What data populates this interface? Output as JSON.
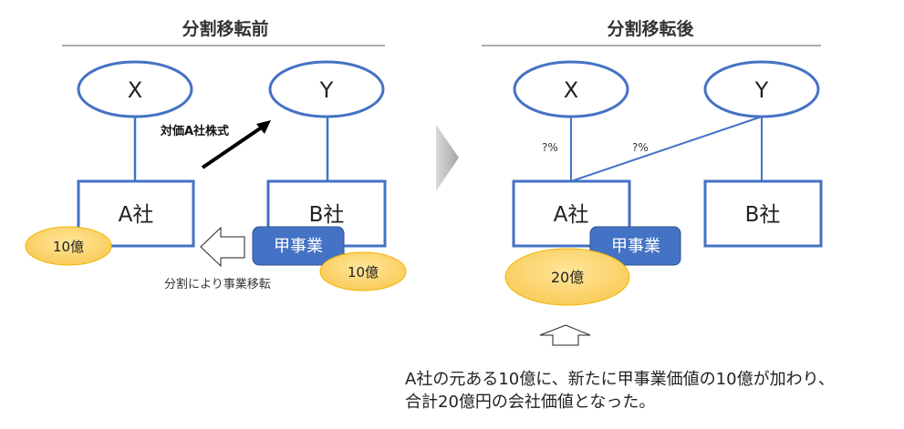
{
  "before": {
    "title": "分割移転前",
    "shareholder_x": "X",
    "shareholder_y": "Y",
    "company_a": "A社",
    "company_b": "B社",
    "a_value": "10億",
    "business": "甲事業",
    "business_value": "10億",
    "consideration_label": "対価A社株式",
    "transfer_label": "分割により事業移転"
  },
  "after": {
    "title": "分割移転後",
    "shareholder_x": "X",
    "shareholder_y": "Y",
    "company_a": "A社",
    "company_b": "B社",
    "x_share": "?%",
    "y_share": "?%",
    "business": "甲事業",
    "a_value": "20億"
  },
  "explanation": {
    "line1": "A社の元ある10億に、新たに甲事業価値の10億が加わり、",
    "line2": "合計20億円の会社価値となった。"
  },
  "colors": {
    "entity_stroke": "#4472c4",
    "business_fill": "#4472c4",
    "value_fill": "#ffd966",
    "value_stroke": "#f0b400",
    "chevron": "#bfbfbf"
  }
}
